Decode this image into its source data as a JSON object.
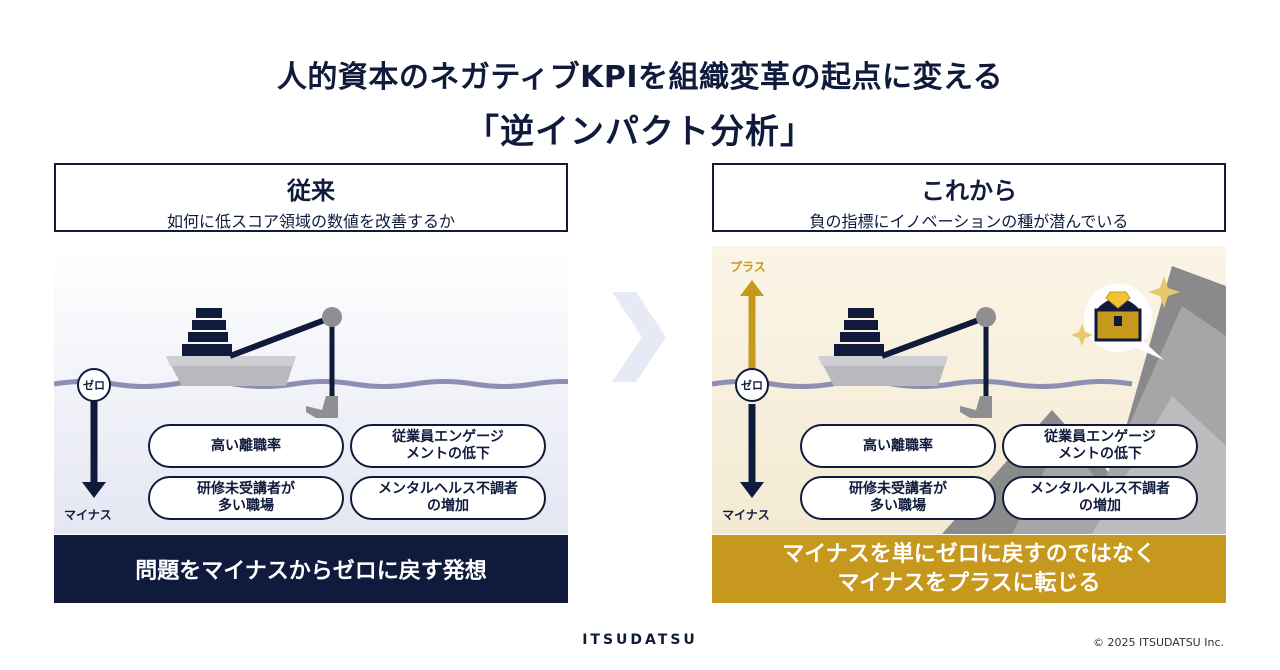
{
  "title": {
    "line1": "人的資本のネガティブKPIを組織変革の起点に変える",
    "line2": "「逆インパクト分析」"
  },
  "left_panel": {
    "heading": "従来",
    "subheading": "如何に低スコア領域の数値を改善するか",
    "zero_label": "ゼロ",
    "minus_label": "マイナス",
    "pills": [
      "高い離職率",
      "従業員エンゲージメントの低下",
      "研修未受講者が多い職場",
      "メンタルヘルス不調者の増加"
    ],
    "pill_lines": [
      [
        "高い離職率"
      ],
      [
        "従業員エンゲージ",
        "メントの低下"
      ],
      [
        "研修未受講者が",
        "多い職場"
      ],
      [
        "メンタルヘルス不調者",
        "の増加"
      ]
    ],
    "bottom_text": "問題をマイナスからゼロに戻す発想"
  },
  "right_panel": {
    "heading": "これから",
    "subheading": "負の指標にイノベーションの種が潜んでいる",
    "plus_label": "プラス",
    "zero_label": "ゼロ",
    "minus_label": "マイナス",
    "pill_lines": [
      [
        "高い離職率"
      ],
      [
        "従業員エンゲージ",
        "メントの低下"
      ],
      [
        "研修未受講者が",
        "多い職場"
      ],
      [
        "メンタルヘルス不調者",
        "の増加"
      ]
    ],
    "bottom_line1": "マイナスを単にゼロに戻すのではなく",
    "bottom_line2": "マイナスをプラスに転じる"
  },
  "footer": {
    "logo": "ITSUDATSU",
    "copyright": "© 2025 ITSUDATSU Inc."
  },
  "colors": {
    "navy": "#101b3c",
    "gold": "#c7981e",
    "left_scene_bg": "#eceef6",
    "right_scene_bg": "#f8f1df",
    "water_line": "#8c8fb2"
  },
  "icons": [
    "boat-icon",
    "fishing-rod-icon",
    "fishing-hook-icon",
    "mountain-icon",
    "treasure-chest-icon",
    "sparkle-icon",
    "arrow-down-icon",
    "arrow-up-icon",
    "chevron-right-icon"
  ]
}
